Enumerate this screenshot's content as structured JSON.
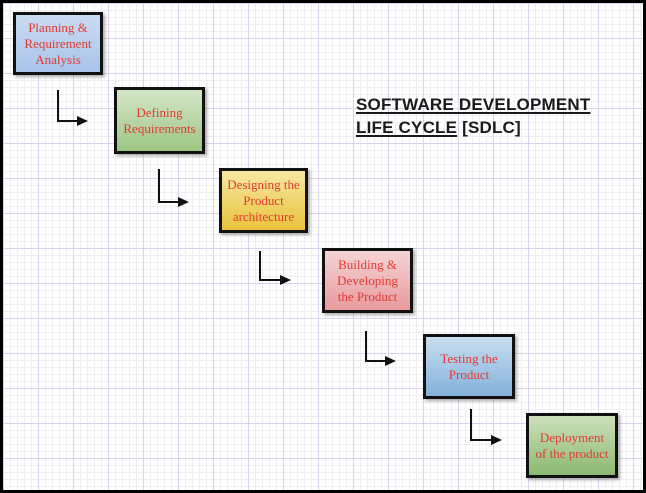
{
  "canvas": {
    "background": "#ffffff",
    "border_color": "#000000",
    "grid_major_color": "#d9d4e9",
    "grid_minor_color": "#f0edf3"
  },
  "title": {
    "line1": "SOFTWARE DEVELOPMENT",
    "line2_underlined": "LIFE CYCLE",
    "line2_rest": " [SDLC]"
  },
  "diagram": {
    "arrow_color": "#111111",
    "text_color": "#e23a33",
    "nodes": [
      {
        "id": "planning",
        "label": "Planning &\nRequirement\nAnalysis",
        "fill_top": "#cbdcf3",
        "fill_bottom": "#a8c3ea",
        "border_color": "#111111",
        "text_color": "#e23a33"
      },
      {
        "id": "defining",
        "label": "Defining\nRequirements",
        "fill_top": "#d4e6c8",
        "fill_bottom": "#9dc683",
        "border_color": "#111111",
        "text_color": "#e23a33"
      },
      {
        "id": "designing",
        "label": "Designing the\nProduct\narchitecture",
        "fill_top": "#f6e9a2",
        "fill_bottom": "#e9c23c",
        "border_color": "#111111",
        "text_color": "#e23a33"
      },
      {
        "id": "building",
        "label": "Building &\nDeveloping\nthe Product",
        "fill_top": "#f5d4d5",
        "fill_bottom": "#e79a9d",
        "border_color": "#111111",
        "text_color": "#e23a33"
      },
      {
        "id": "testing",
        "label": "Testing the\nProduct",
        "fill_top": "#c9def0",
        "fill_bottom": "#83b1db",
        "border_color": "#111111",
        "text_color": "#e23a33"
      },
      {
        "id": "deployment",
        "label": "Deployment\nof the product",
        "fill_top": "#cde0bc",
        "fill_bottom": "#8bb971",
        "border_color": "#111111",
        "text_color": "#e23a33"
      }
    ],
    "edges": [
      {
        "from": "planning",
        "to": "defining"
      },
      {
        "from": "defining",
        "to": "designing"
      },
      {
        "from": "designing",
        "to": "building"
      },
      {
        "from": "building",
        "to": "testing"
      },
      {
        "from": "testing",
        "to": "deployment"
      }
    ]
  }
}
